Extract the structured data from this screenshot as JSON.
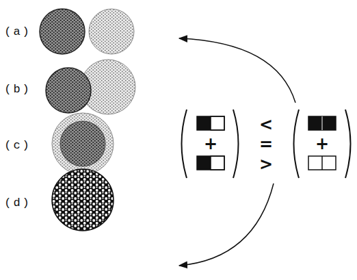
{
  "diagram": {
    "labels": [
      "(a)",
      "(b)",
      "(c)",
      "(d)",
      "+",
      "+",
      "<",
      "=",
      ">"
    ]
  }
}
